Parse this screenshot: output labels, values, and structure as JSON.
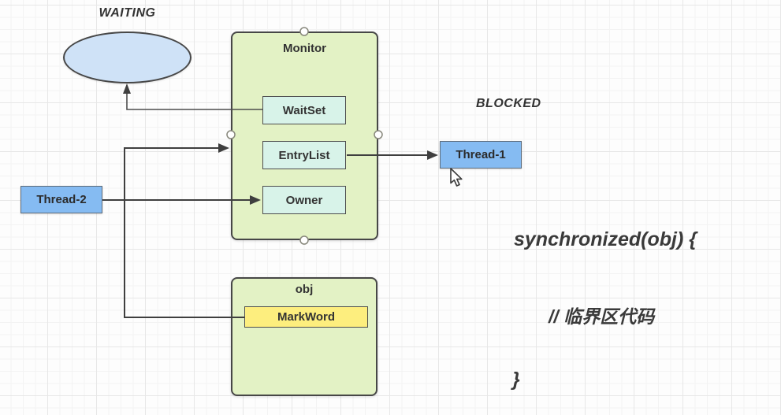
{
  "diagram": {
    "state_labels": {
      "waiting": "WAITING",
      "blocked": "BLOCKED"
    },
    "monitor": {
      "title": "Monitor",
      "fields": {
        "waitset": "WaitSet",
        "entrylist": "EntryList",
        "owner": "Owner"
      }
    },
    "threads": {
      "thread1": "Thread-1",
      "thread2": "Thread-2"
    },
    "object": {
      "title": "obj",
      "markword": "MarkWord"
    },
    "code": {
      "line1": "synchronized(obj) {",
      "line2": "// 临界区代码",
      "line3": "}"
    },
    "edges": [
      {
        "from": "WaitSet",
        "to": "WAITING-ellipse"
      },
      {
        "from": "MarkWord",
        "to": "Monitor"
      },
      {
        "from": "Thread-2",
        "to": "Owner"
      },
      {
        "from": "EntryList",
        "to": "Thread-1"
      }
    ],
    "colors": {
      "monitor_fill": "#e3f2c5",
      "object_fill": "#e3f2c5",
      "field_fill": "#d8f3e9",
      "thread_fill": "#85bbf2",
      "markword_fill": "#fdee7e",
      "waiting_ellipse_fill": "#cfe2f7",
      "shape_border": "#474747",
      "connector": "#404040",
      "text": "#333333"
    }
  }
}
